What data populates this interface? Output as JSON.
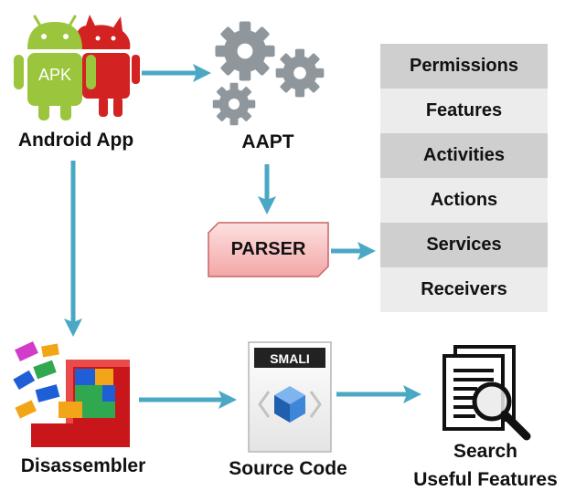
{
  "nodes": {
    "android_app": {
      "label": "Android App",
      "badge": "APK"
    },
    "aapt": {
      "label": "AAPT"
    },
    "parser": {
      "label": "PARSER"
    },
    "disassembler": {
      "label": "Disassembler"
    },
    "source_code": {
      "label": "Source Code",
      "badge": "SMALI"
    },
    "search": {
      "label_line1": "Search",
      "label_line2": "Useful Features"
    }
  },
  "features": [
    {
      "label": "Permissions"
    },
    {
      "label": "Features"
    },
    {
      "label": "Activities"
    },
    {
      "label": "Actions"
    },
    {
      "label": "Services"
    },
    {
      "label": "Receivers"
    }
  ],
  "colors": {
    "arrow": "#4aa8c4",
    "android_green": "#9bc53d",
    "devil_red": "#d32222",
    "gear_gray": "#8f979d",
    "parser_fill": "#f7b9b9",
    "parser_stroke": "#c96464",
    "feature_dark": "#cfcfcf",
    "feature_light": "#ececec"
  }
}
